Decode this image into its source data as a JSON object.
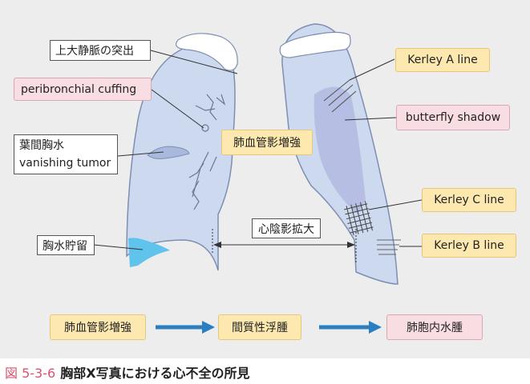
{
  "labels": {
    "svc": "上大静脈の突出",
    "cuffing": "peribronchial cuffing",
    "pleural_jp": "葉間胸水",
    "pleural_en": "vanishing tumor",
    "effusion": "胸水貯留",
    "vascular": "肺血管影増強",
    "cardio": "心陰影拡大",
    "kerley_a": "Kerley A line",
    "butterfly": "butterfly shadow",
    "kerley_c": "Kerley C line",
    "kerley_b": "Kerley B line"
  },
  "flow": {
    "step1": "肺血管影増強",
    "step2": "間質性浮腫",
    "step3": "肺胞内水腫"
  },
  "caption": {
    "number": "図 5-3-6",
    "title": "胸部X写真における心不全の所見"
  },
  "colors": {
    "background": "#ededee",
    "lung_fill": "#cdd9ef",
    "lung_stroke": "#7d8fb0",
    "butterfly_fill": "#b6bfe3",
    "effusion_fill": "#5fc3ec",
    "arrow": "#2b7fc1",
    "caption_accent": "#d9536f"
  }
}
